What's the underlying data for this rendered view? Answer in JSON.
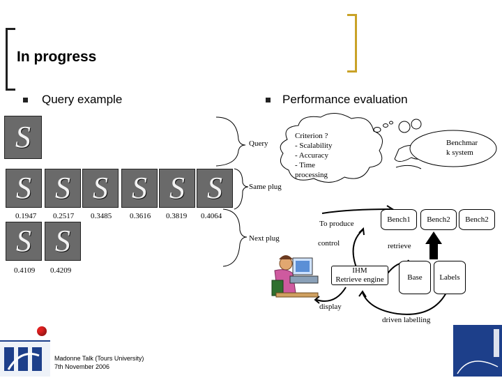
{
  "slide": {
    "title": "In progress",
    "left_heading": "Query example",
    "right_heading": "Performance evaluation"
  },
  "query_example": {
    "scores_row1": [
      "0.1947",
      "0.2517",
      "0.3485",
      "0.3616",
      "0.3819",
      "0.4064"
    ],
    "scores_row2": [
      "0.4109",
      "0.4209"
    ]
  },
  "diagram": {
    "query_label": "Query",
    "same_plug_label": "Same plug",
    "next_plug_label": "Next plug",
    "cloud_lines": [
      "Criterion ?",
      "- Scalability",
      "- Accuracy",
      "- Time",
      "processing"
    ],
    "benchmark_line1": "Benchmar",
    "benchmark_line2": "k system",
    "to_produce": "To produce",
    "control": "control",
    "bench1": "Bench1",
    "bench2a": "Bench2",
    "bench2b": "Bench2",
    "retrieve": "retrieve",
    "ihm_line1": "IHM",
    "ihm_line2": "Retrieve engine",
    "base": "Base",
    "labels": "Labels",
    "display": "display",
    "driven_labelling": "driven labelling"
  },
  "footer": {
    "line1": "Madonne Talk (Tours University)",
    "line2": "7th November 2006"
  },
  "colors": {
    "accent_gold": "#c9a227",
    "logo_blue": "#1d3f8a",
    "red_ball": "#e02020"
  }
}
